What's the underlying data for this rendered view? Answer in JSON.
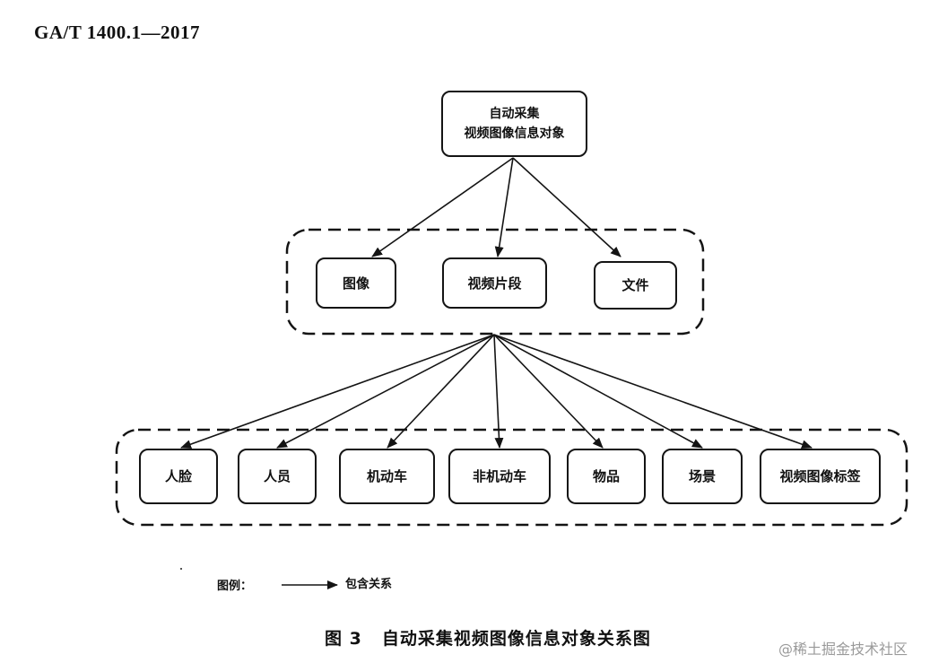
{
  "header": {
    "doc_code": "GA/T 1400.1—2017"
  },
  "diagram": {
    "root": {
      "line1": "自动采集",
      "line2": "视频图像信息对象"
    },
    "middle_group": [
      "图像",
      "视频片段",
      "文件"
    ],
    "bottom_group": [
      "人脸",
      "人员",
      "机动车",
      "非机动车",
      "物品",
      "场景",
      "视频图像标签"
    ]
  },
  "legend": {
    "label": "图例：",
    "arrow_meaning": "包含关系"
  },
  "caption": {
    "figure_number": "图 3",
    "title": "自动采集视频图像信息对象关系图"
  },
  "watermark": "@稀土掘金技术社区"
}
